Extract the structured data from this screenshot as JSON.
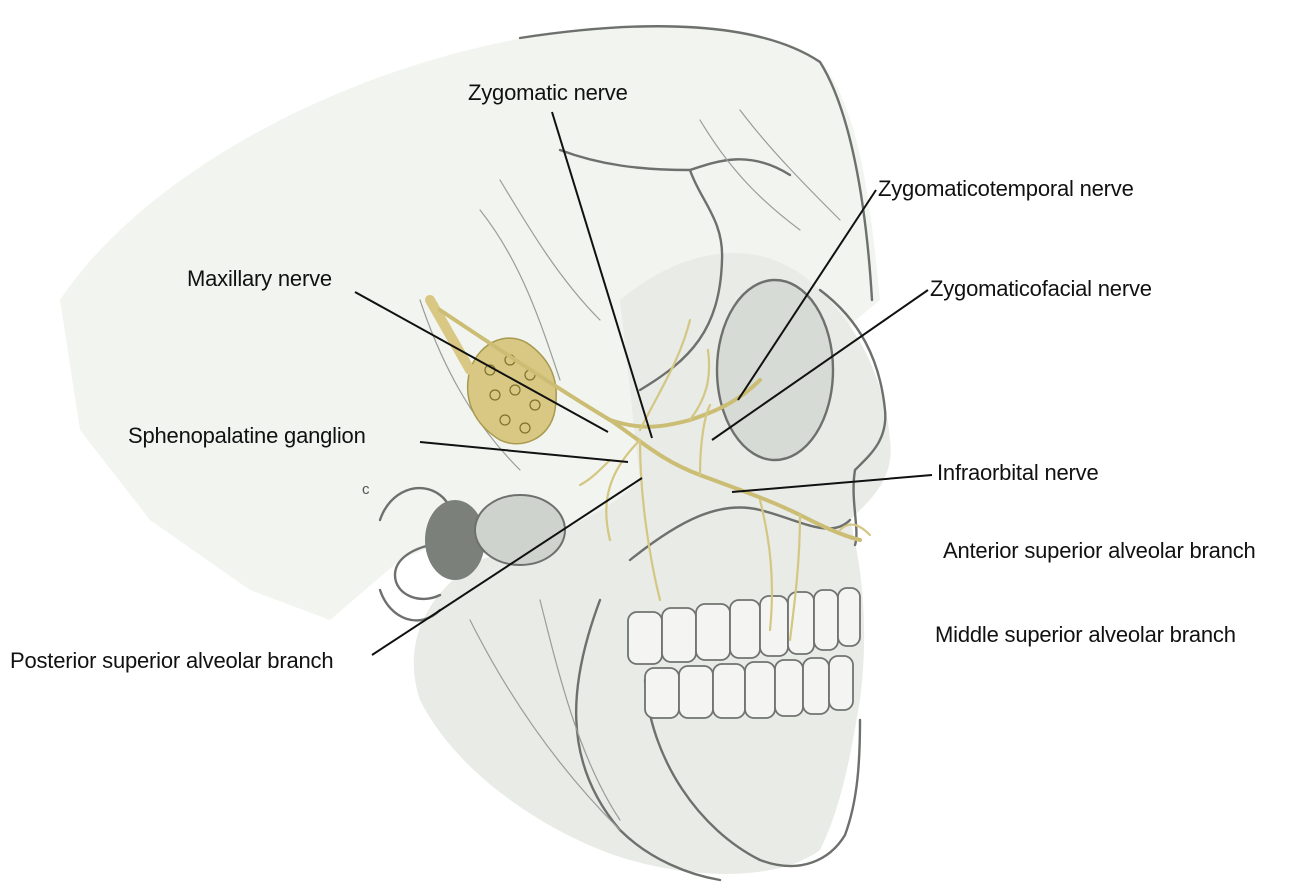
{
  "labels": {
    "zygomatic_nerve": "Zygomatic nerve",
    "zygomaticotemporal_nerve": "Zygomaticotemporal nerve",
    "zygomaticofacial_nerve": "Zygomaticofacial nerve",
    "maxillary_nerve": "Maxillary nerve",
    "sphenopalatine_ganglion": "Sphenopalatine ganglion",
    "infraorbital_nerve": "Infraorbital nerve",
    "anterior_superior_alveolar_branch": "Anterior superior alveolar branch",
    "middle_superior_alveolar_branch": "Middle superior alveolar branch",
    "posterior_superior_alveolar_branch": "Posterior superior alveolar branch"
  },
  "small_mark": "c",
  "colors": {
    "nerve": "#cbbd73",
    "ganglion": "#d9c883",
    "bone": "#e8ebe6",
    "outline": "#6d706c",
    "leader": "#111111"
  }
}
